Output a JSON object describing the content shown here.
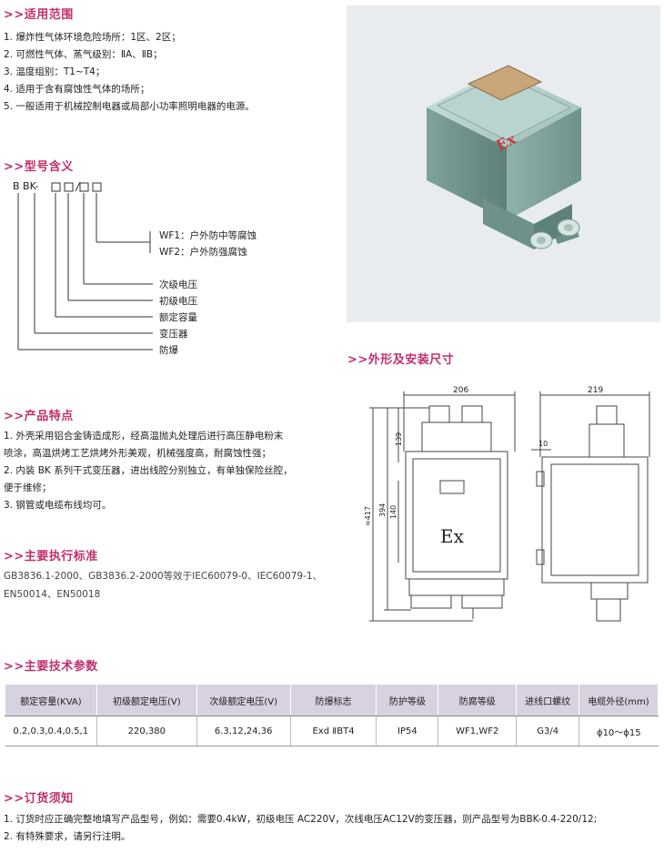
{
  "scope": {
    "title": ">>适用范围",
    "items": [
      "1. 爆炸性气体环境危险场所：1区、2区；",
      "2. 可燃性气体、蒸气级别：ⅡA、ⅡB；",
      "3. 温度组别：T1~T4；",
      "4. 适用于含有腐蚀性气体的场所；",
      "5. 一般适用于机械控制电器或局部小功率照明电器的电源。"
    ]
  },
  "model": {
    "title": ">>型号含义",
    "code_prefix": "B BK-",
    "labels": [
      "WF1：户外防中等腐蚀",
      "WF2：户外防强腐蚀",
      "次级电压",
      "初级电压",
      "额定容量",
      "变压器",
      "防爆"
    ]
  },
  "features": {
    "title": ">>产品特点",
    "items": [
      "1. 外壳采用铝合金铸造成形，经高温抛丸处理后进行高压静电粉末",
      "    喷涂，高温烘烤工艺烘烤外形美观，机械强度高，耐腐蚀性强；",
      "2. 内装 BK 系列干式变压器，进出线腔分别独立，有单独保险丝腔，",
      "    便于维修；",
      "3. 钢管或电缆布线均可。"
    ]
  },
  "standards": {
    "title": ">>主要执行标准",
    "lines": [
      "GB3836.1-2000、GB3836.2-2000等效于IEC60079-0、IEC60079-1、",
      "EN50014、EN50018"
    ]
  },
  "dimensions": {
    "title": ">>外形及安装尺寸",
    "labels": {
      "w_front": "206",
      "w_side": "219",
      "h_top": "139",
      "h_total": "≈417",
      "h_body": "394",
      "h_mid": "140",
      "d_side": "10",
      "ex_mark": "Ex"
    }
  },
  "photo": {
    "ex_mark": "Ex"
  },
  "params": {
    "title": ">>主要技术参数",
    "headers": [
      "额定容量(KVA)",
      "初级额定电压(V)",
      "次级额定电压(V)",
      "防爆标志",
      "防护等级",
      "防腐等级",
      "进线口螺纹",
      "电缆外径(mm)"
    ],
    "row": [
      "0.2,0.3,0.4,0.5,1",
      "220,380",
      "6.3,12,24,36",
      "Exd ⅡBT4",
      "IP54",
      "WF1,WF2",
      "G3/4",
      "ϕ10～ϕ15"
    ]
  },
  "order": {
    "title": ">>订货须知",
    "items": [
      "1. 订货时应正确完整地填写产品型号，例如：需要0.4kW，初级电压  AC220V，次线电压AC12V的变压器，则产品型号为BBK-0.4-220/12;",
      "2. 有特殊要求，请另行注明。"
    ]
  },
  "colors": {
    "accent": "#c0306e",
    "table_header": "#d8d1e0"
  }
}
